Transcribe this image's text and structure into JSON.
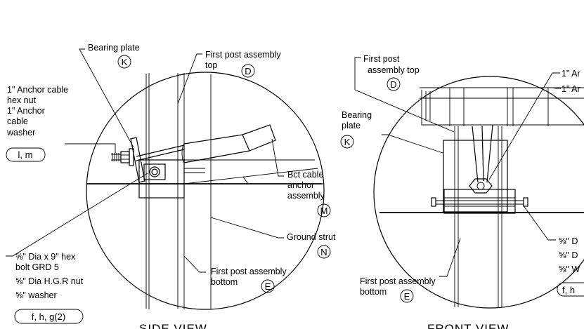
{
  "side": {
    "bearing_plate": "Bearing plate",
    "bearing_plate_tag": "K",
    "first_post_top_1": "First post assembly",
    "first_post_top_2": "top",
    "first_post_top_tag": "D",
    "hex_nut_1": "1\" Anchor cable",
    "hex_nut_2": "hex  nut",
    "washer_1": "1\" Anchor",
    "washer_2": "cable",
    "washer_3": "washer",
    "washer_tag": "l, m",
    "bct_1": "Bct cable",
    "bct_2": "anchor",
    "bct_3": "assembly",
    "bct_tag": "M",
    "ground_strut": "Ground  strut",
    "ground_strut_tag": "N",
    "bolt_1": "⅝\" Dia  x  9\" hex",
    "bolt_2": "bolt GRD  5",
    "bolt_3": "⅝\" Dia  H.G.R  nut",
    "bolt_4": "⅝\" washer",
    "bolt_tag": "f, h, g(2)",
    "first_post_bottom_1": "First post assembly",
    "first_post_bottom_2": "bottom",
    "first_post_bottom_tag": "E",
    "view_title": "SIDE  VIEW"
  },
  "front": {
    "first_post_top_1": "First post",
    "first_post_top_2": "assembly  top",
    "first_post_top_tag": "D",
    "anchor_1": "1\" Ar",
    "anchor_2": "1\" Ar",
    "bearing_1": "Bearing",
    "bearing_2": "plate",
    "bearing_tag": "K",
    "bolt_1": "⅝\" D",
    "bolt_2": "⅝\" D",
    "bolt_3": "⅝\" W",
    "bolt_tag": "f, h",
    "first_post_bottom_1": "First post assembly",
    "first_post_bottom_2": "bottom",
    "first_post_bottom_tag": "E",
    "view_title": "FRONT  VIEW"
  }
}
